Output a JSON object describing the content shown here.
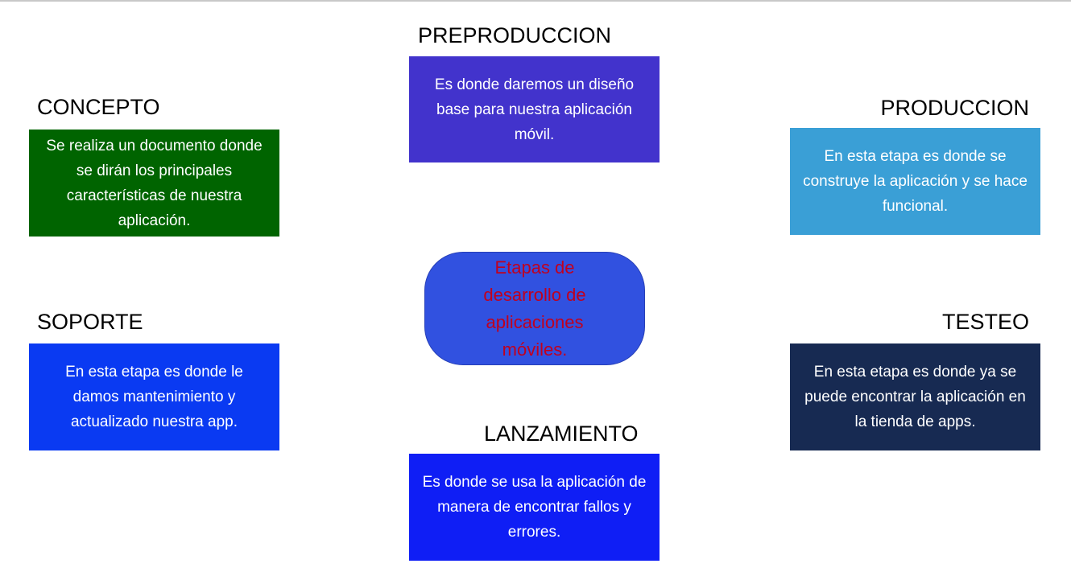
{
  "center": {
    "text": "Etapas de desarrollo de aplicaciones móviles.",
    "text_color": "#c0001f",
    "fill_color": "#3151e0"
  },
  "stages": {
    "preproduccion": {
      "title": "PREPRODUCCION",
      "description": "Es donde daremos un diseño base para nuestra aplicación móvil.",
      "color": "#4233cc"
    },
    "concepto": {
      "title": "CONCEPTO",
      "description": "Se realiza un documento donde se dirán los principales características de nuestra aplicación.",
      "color": "#006400"
    },
    "produccion": {
      "title": "PRODUCCION",
      "description": "En esta etapa es donde se construye la aplicación y se hace funcional.",
      "color": "#3a9fd6"
    },
    "soporte": {
      "title": "SOPORTE",
      "description": "En esta etapa es donde le damos mantenimiento y actualizado nuestra app.",
      "color": "#0a3af2"
    },
    "testeo": {
      "title": "TESTEO",
      "description": "En esta etapa es donde ya se puede encontrar la aplicación en la tienda de apps.",
      "color": "#172a52"
    },
    "lanzamiento": {
      "title": "LANZAMIENTO",
      "description": "Es donde se usa la aplicación de manera de encontrar fallos y errores.",
      "color": "#0f1ef5"
    }
  }
}
